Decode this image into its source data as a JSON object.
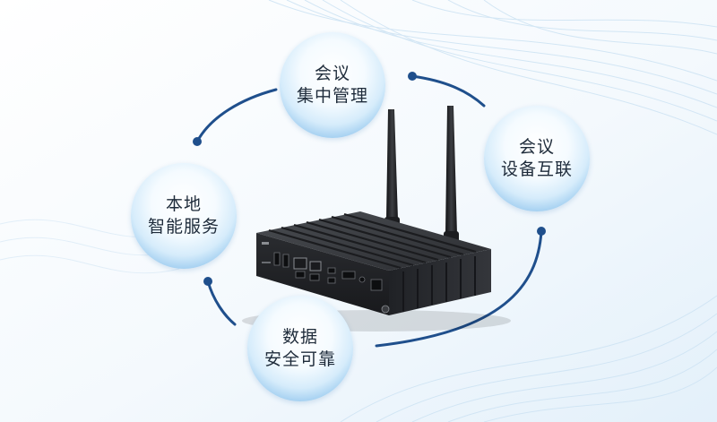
{
  "features": [
    {
      "line1": "会议",
      "line2": "集中管理"
    },
    {
      "line1": "会议",
      "line2": "设备互联"
    },
    {
      "line1": "本地",
      "line2": "智能服务"
    },
    {
      "line1": "数据",
      "line2": "安全可靠"
    }
  ],
  "colors": {
    "accent": "#1f4f8c",
    "bubble_edge": "#3b8fd0",
    "device_body": "#2a2c30"
  },
  "icons": {
    "device": "mini-pc-with-antennas"
  }
}
